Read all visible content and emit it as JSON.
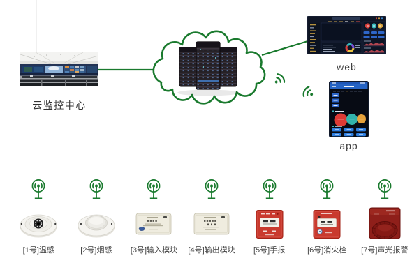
{
  "palette": {
    "accent_green": "#1a7a2e",
    "device_red": "#c93a2e",
    "module_beige": "#eae7da",
    "detector_white": "#f5f4f0",
    "dashboard_bg": "#0f1626",
    "app_bar_blue": "#2563c4",
    "button_blue": "#2e6fd0",
    "label_text": "#3f3f3f"
  },
  "icons": {
    "antenna": "broadcast-antenna-icon",
    "wifi_upper": "wifi-waves-icon",
    "wifi_lower": "wifi-waves-icon"
  },
  "monitoring_center": {
    "label": "云监控中心"
  },
  "clients": {
    "web_label": "web",
    "app_label": "app"
  },
  "devices": [
    {
      "label": "[1号]温感"
    },
    {
      "label": "[2号]烟感"
    },
    {
      "label": "[3号]输入模块"
    },
    {
      "label": "[4号]输出模块"
    },
    {
      "label": "[5号]手报"
    },
    {
      "label": "[6号]消火栓"
    },
    {
      "label": "[7号]声光报警"
    }
  ]
}
